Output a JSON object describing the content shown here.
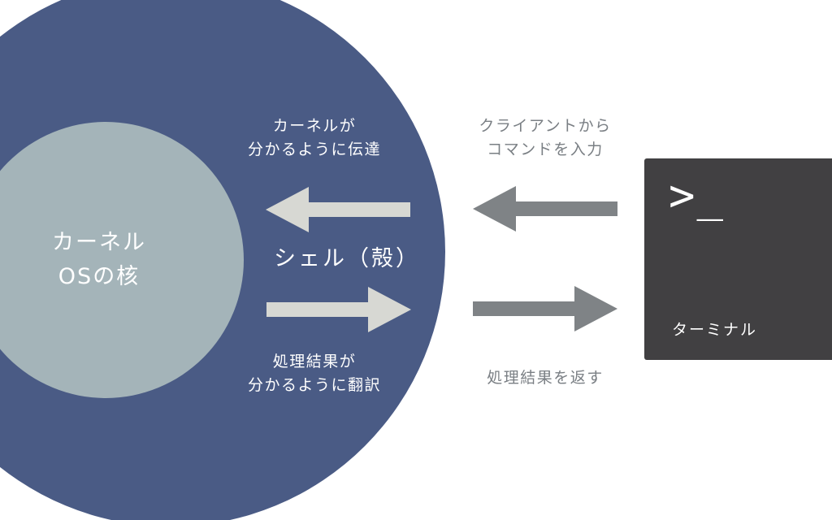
{
  "kernel": {
    "line1": "カーネル",
    "line2": "OSの核"
  },
  "shell": {
    "label": "シェル（殻）"
  },
  "shell_to_kernel": {
    "line1": "カーネルが",
    "line2": "分かるように伝達"
  },
  "kernel_to_shell": {
    "line1": "処理結果が",
    "line2": "分かるように翻訳"
  },
  "client_input": {
    "line1": "クライアントから",
    "line2": "コマンドを入力"
  },
  "result_return": {
    "label": "処理結果を返す"
  },
  "terminal": {
    "prompt": ">_",
    "label": "ターミナル"
  },
  "colors": {
    "shell_circle": "#4a5b85",
    "kernel_circle": "#a4b4b9",
    "inner_arrow": "#d7d8d3",
    "outer_arrow": "#7f8386",
    "terminal_bg": "#414042"
  }
}
